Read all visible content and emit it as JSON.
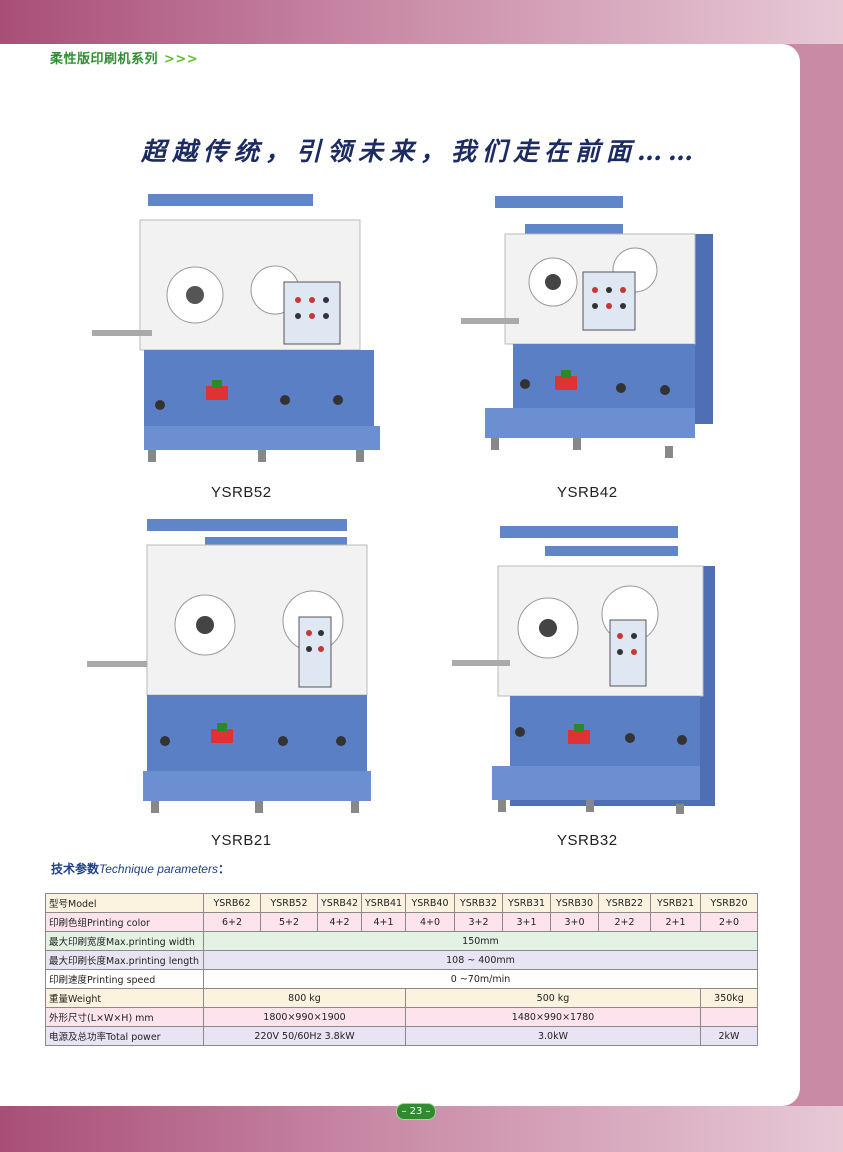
{
  "header": {
    "series_title": "柔性版印刷机系列",
    "arrows": ">>>"
  },
  "slogan": "超越传统，引领未来，我们走在前面……",
  "machines": [
    {
      "name": "YSRB52"
    },
    {
      "name": "YSRB42"
    },
    {
      "name": "YSRB21"
    },
    {
      "name": "YSRB32"
    }
  ],
  "tech": {
    "title_cn": "技术参数",
    "title_en": "Technique parameters",
    "colon": "："
  },
  "table": {
    "row_model": [
      "型号Model",
      "YSRB62",
      "YSRB52",
      "YSRB42",
      "YSRB41",
      "YSRB40",
      "YSRB32",
      "YSRB31",
      "YSRB30",
      "YSRB22",
      "YSRB21",
      "YSRB20"
    ],
    "row_color": [
      "印刷色组Printing color",
      "6+2",
      "5+2",
      "4+2",
      "4+1",
      "4+0",
      "3+2",
      "3+1",
      "3+0",
      "2+2",
      "2+1",
      "2+0"
    ],
    "row_width": [
      "最大印刷宽度Max.printing width",
      "150mm"
    ],
    "row_length": [
      "最大印刷长度Max.printing length",
      "108 ~ 400mm"
    ],
    "row_speed": [
      "印刷速度Printing speed",
      "0 ~70m/min"
    ],
    "row_weight": [
      "重量Weight",
      "800 kg",
      "500 kg",
      "350kg"
    ],
    "row_size": [
      "外形尺寸(L×W×H) mm",
      "1800×990×1900",
      "1480×990×1780",
      ""
    ],
    "row_power": [
      "电源及总功率Total power",
      "220V  50/60Hz 3.8kW",
      "3.0kW",
      "2kW"
    ]
  },
  "footer": {
    "page_number": "– 23 –"
  }
}
